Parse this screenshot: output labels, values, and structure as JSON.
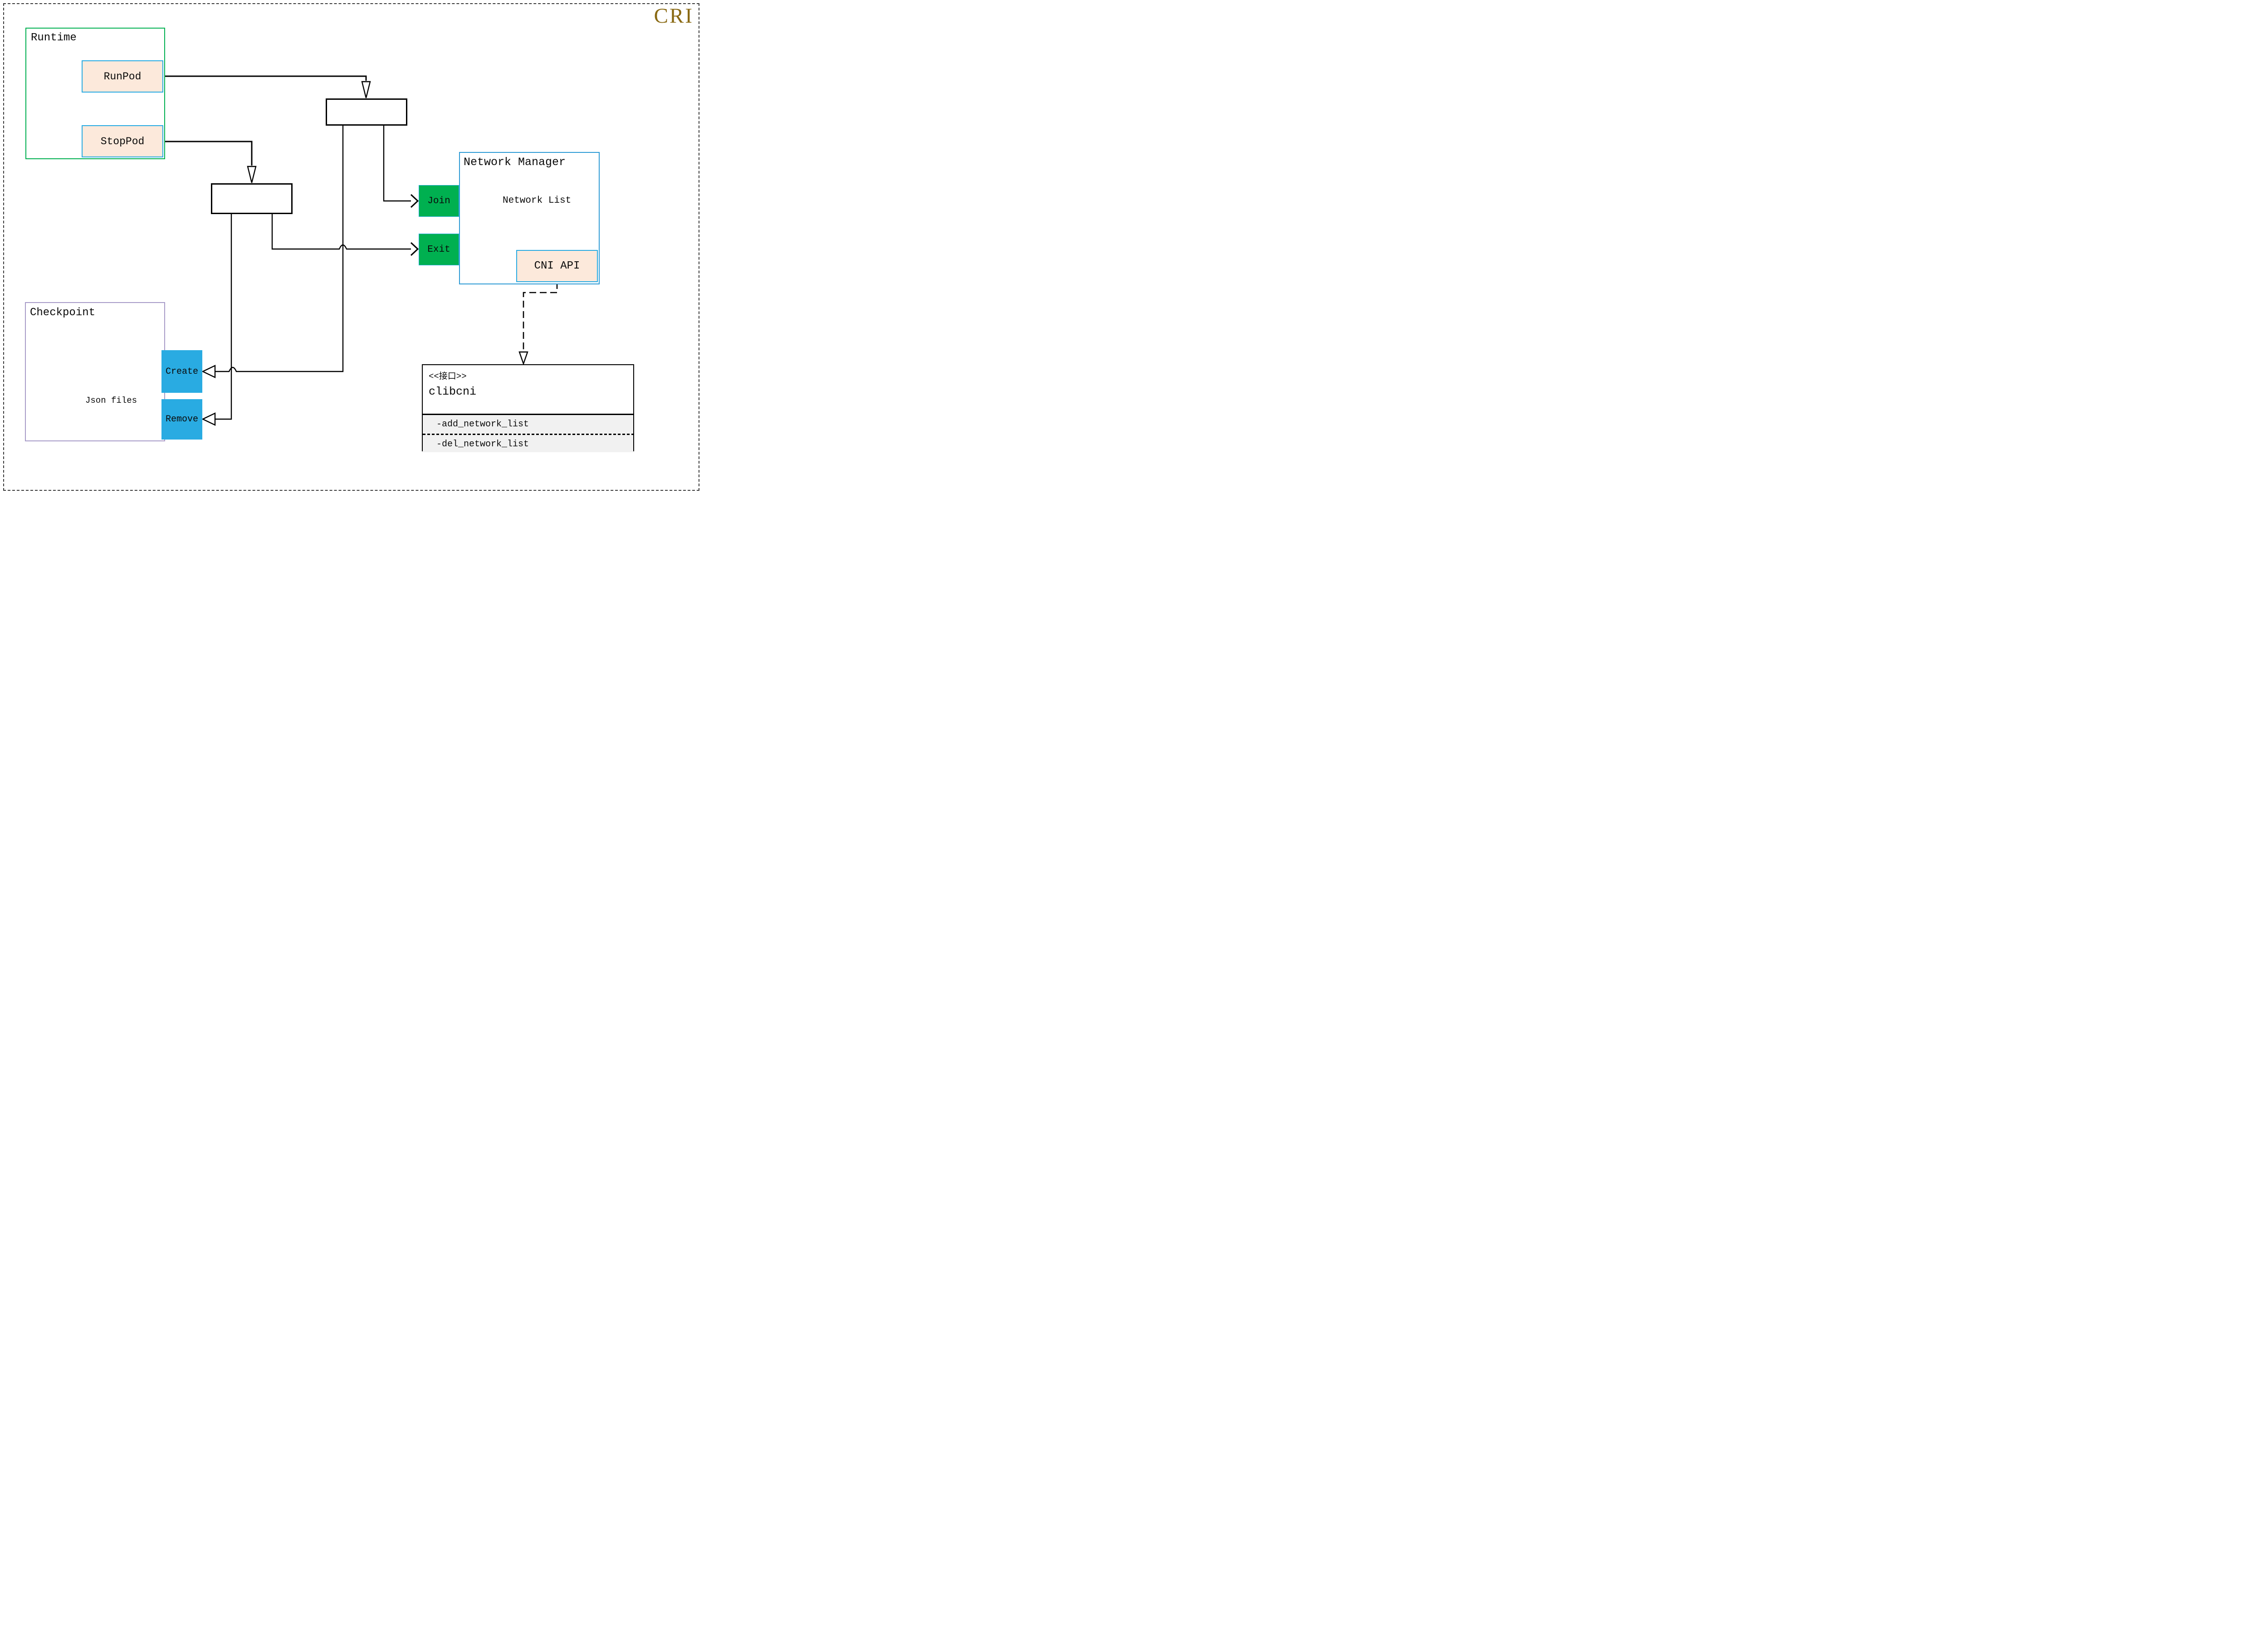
{
  "page": {
    "badge": "CRI"
  },
  "colors": {
    "badge_gold": "#8a6a14",
    "runtime_border_green": "#00B050",
    "checkpoint_border_lavender": "#A89BC8",
    "network_manager_border_blue": "#2E9BD5",
    "accent_cyan_border": "#29ABE2",
    "peach_fill": "#FCE9DB",
    "green_fill": "#00B050",
    "blue_fill": "#29ABE2",
    "cylinder_gray": "#666666",
    "uml_section_gray": "#F1F1F1"
  },
  "runtime": {
    "label": "Runtime",
    "runpod_label": "RunPod",
    "stoppod_label": "StopPod"
  },
  "network_manager": {
    "label": "Network Manager",
    "datastore_label": "Network List",
    "join_label": "Join",
    "exit_label": "Exit",
    "api_label": "CNI API"
  },
  "checkpoint": {
    "label": "Checkpoint",
    "datastore_label": "Json files",
    "create_label": "Create",
    "remove_label": "Remove"
  },
  "interface_class": {
    "stereotype": "<<接口>>",
    "name": "clibcni",
    "methods": [
      "-add_network_list",
      "-del_network_list"
    ]
  }
}
